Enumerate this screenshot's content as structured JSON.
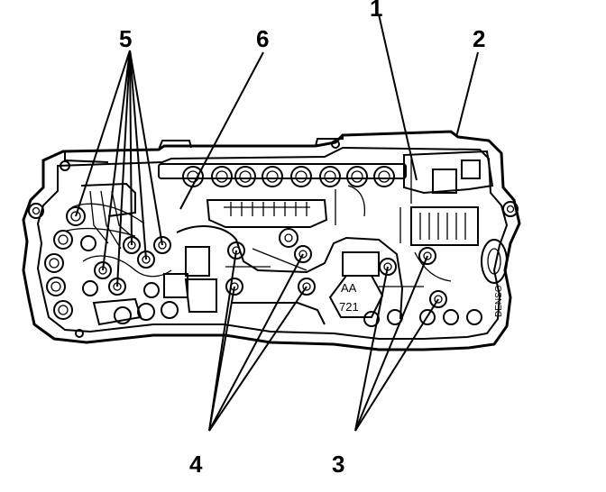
{
  "callouts": {
    "c1": "1",
    "c2": "2",
    "c3": "3",
    "c4": "4",
    "c5": "5",
    "c6": "6"
  },
  "stamp": {
    "code": "AA",
    "number": "721"
  },
  "brand": "DENSO",
  "colors": {
    "ink": "#000000",
    "paper": "#ffffff"
  }
}
